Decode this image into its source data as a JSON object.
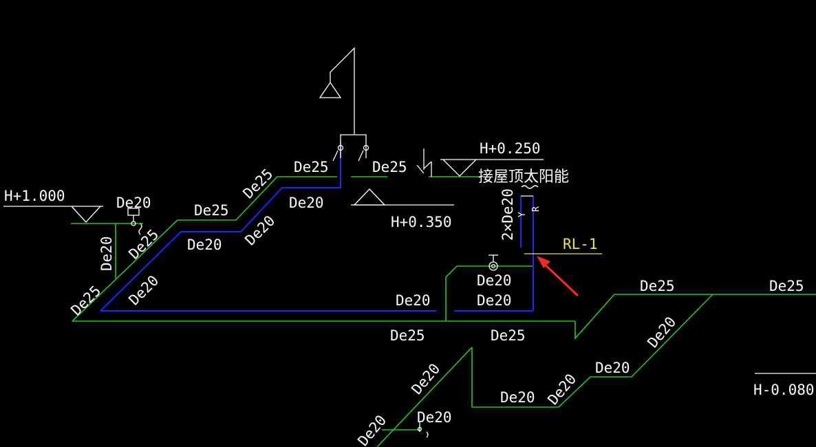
{
  "elevations": {
    "h_plus_1000": "H+1.000",
    "h_plus_0350": "H+0.350",
    "h_plus_0250": "H+0.250",
    "h_minus_0080": "H-0.080"
  },
  "notes": {
    "solar_connect": "接屋顶太阳能",
    "riser_tag": "RL-1",
    "riser_pipes": "2×De20",
    "y_label": "Y",
    "r_label": "R"
  },
  "pipe_sizes": {
    "de25": "De25",
    "de20": "De20"
  },
  "colors": {
    "background": "#000000",
    "cold_water_pipe": "#27c427",
    "hot_water_pipe": "#2323ff",
    "annotation": "#ffffff",
    "riser_tag": "#e6e65a",
    "pointer_arrow": "#ff2a2a"
  }
}
